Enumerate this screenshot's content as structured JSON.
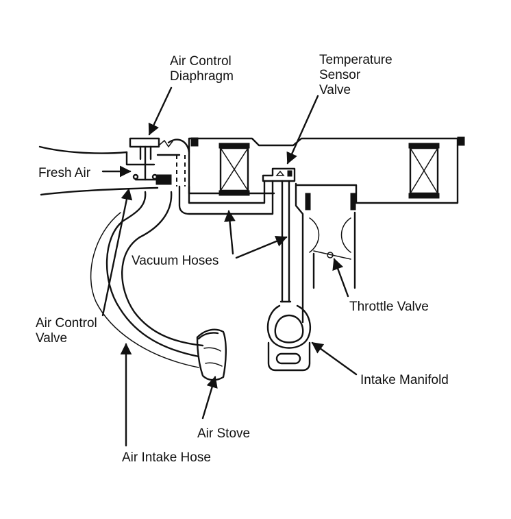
{
  "labels": {
    "air_control_diaphragm": [
      "Air Control",
      "Diaphragm"
    ],
    "temperature_sensor_valve": [
      "Temperature",
      "Sensor",
      "Valve"
    ],
    "fresh_air": "Fresh Air",
    "vacuum_hoses": "Vacuum Hoses",
    "throttle_valve": "Throttle Valve",
    "air_control_valve": [
      "Air Control",
      "Valve"
    ],
    "intake_manifold": "Intake Manifold",
    "air_stove": "Air Stove",
    "air_intake_hose": "Air Intake Hose"
  },
  "colors": {
    "line": "#111111",
    "background": "#ffffff"
  }
}
